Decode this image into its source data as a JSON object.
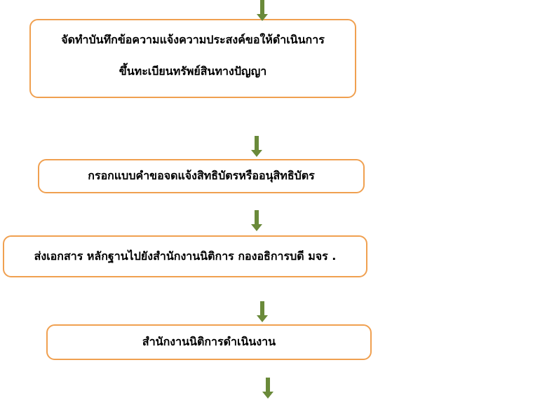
{
  "flowchart": {
    "steps": [
      {
        "lines": [
          "จัดทำบันทึกข้อความแจ้งความประสงค์ขอให้ดำเนินการ",
          "ขึ้นทะเบียนทรัพย์สินทางปัญญา"
        ]
      },
      {
        "lines": [
          "กรอกแบบคำขอจดแจ้งสิทธิบัตรหรืออนุสิทธิบัตร"
        ]
      },
      {
        "lines": [
          "ส่งเอกสาร หลักฐานไปยังสำนักงานนิติการ กองอธิการบดี มจร ."
        ]
      },
      {
        "lines": [
          "สำนักงานนิติการดำเนินงาน"
        ]
      }
    ],
    "colors": {
      "box_border": "#f0a050",
      "arrow": "#6a8a3a",
      "text": "#000000"
    }
  }
}
